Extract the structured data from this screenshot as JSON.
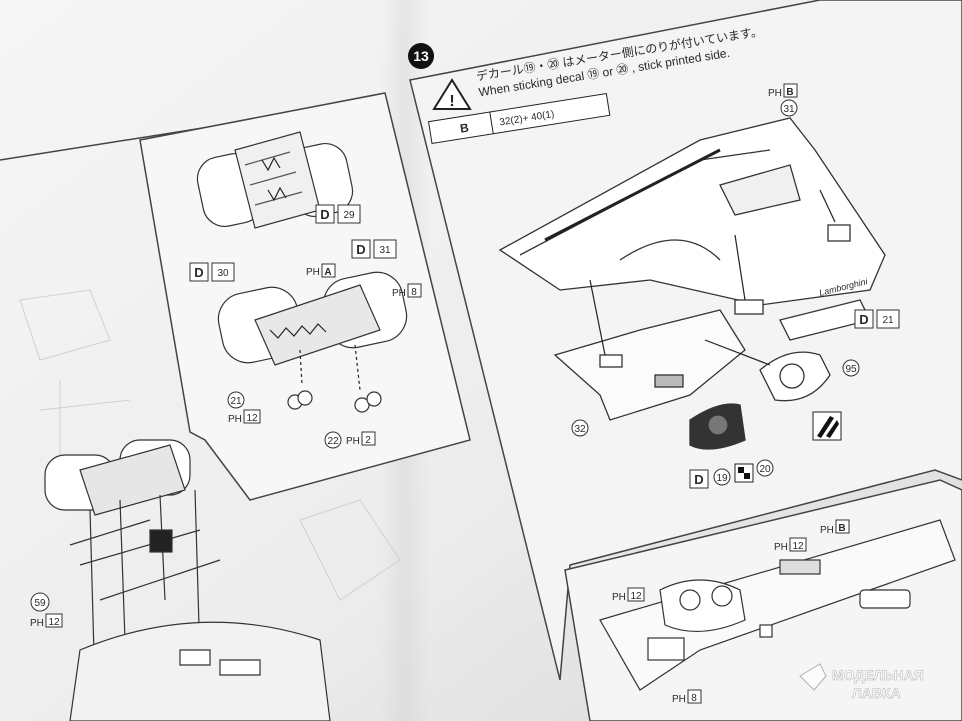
{
  "step": {
    "number": "13"
  },
  "note": {
    "jp": "デカール⑲・⑳ はメーター側にのりが付いています。",
    "en": "When sticking decal ⑲ or ⑳ , stick printed side."
  },
  "paint_table": {
    "col1": "B",
    "col2": "32(2)+ 40(1)"
  },
  "left_panel": {
    "decal_29": "29",
    "decal_30": "30",
    "decal_31": "31",
    "paint_A": "A",
    "paint_8": "8",
    "part_21": "21",
    "paint_12a": "12",
    "part_22": "22",
    "paint_2": "2"
  },
  "left_lower": {
    "part_59": "59",
    "paint_12b": "12"
  },
  "right_panel": {
    "paint_B_top": "B",
    "part_31": "31",
    "decal_21": "21",
    "part_95": "95",
    "part_32": "32",
    "decal_19": "19",
    "decal_20": "20",
    "paint_B_low": "B",
    "paint_12c": "12",
    "paint_12d": "12",
    "paint_8b": "8"
  },
  "brand": "Lamborghini",
  "watermark": {
    "line1": "МОДЕЛЬНАЯ",
    "line2": "ЛАВКА"
  },
  "colors": {
    "paper": "#ececec",
    "ink": "#2a2a2a",
    "frame": "#444444"
  }
}
